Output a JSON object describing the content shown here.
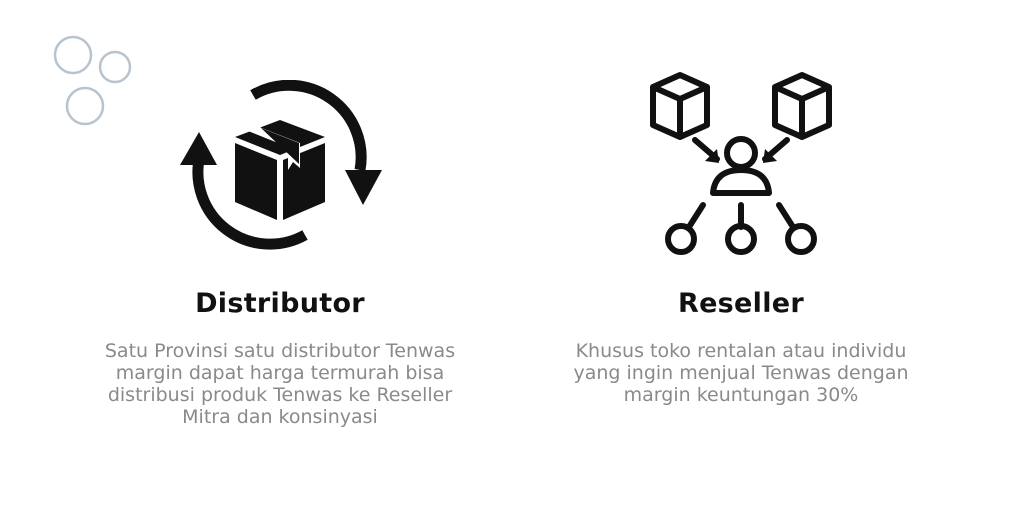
{
  "colors": {
    "text": "#111111",
    "description": "#8a8a8a",
    "bubbles": "#b7c3cf"
  },
  "distributor": {
    "icon": "box-cycle-icon",
    "title": "Distributor",
    "description_lines": [
      "Satu Provinsi satu distributor Tenwas",
      "margin dapat harga termurah bisa",
      "distribusi produk Tenwas ke Reseller",
      "Mitra dan konsinyasi"
    ]
  },
  "reseller": {
    "icon": "reseller-network-icon",
    "title": "Reseller",
    "description_lines": [
      "Khusus toko rentalan atau individu",
      "yang ingin menjual Tenwas dengan",
      "margin keuntungan 30%"
    ]
  }
}
